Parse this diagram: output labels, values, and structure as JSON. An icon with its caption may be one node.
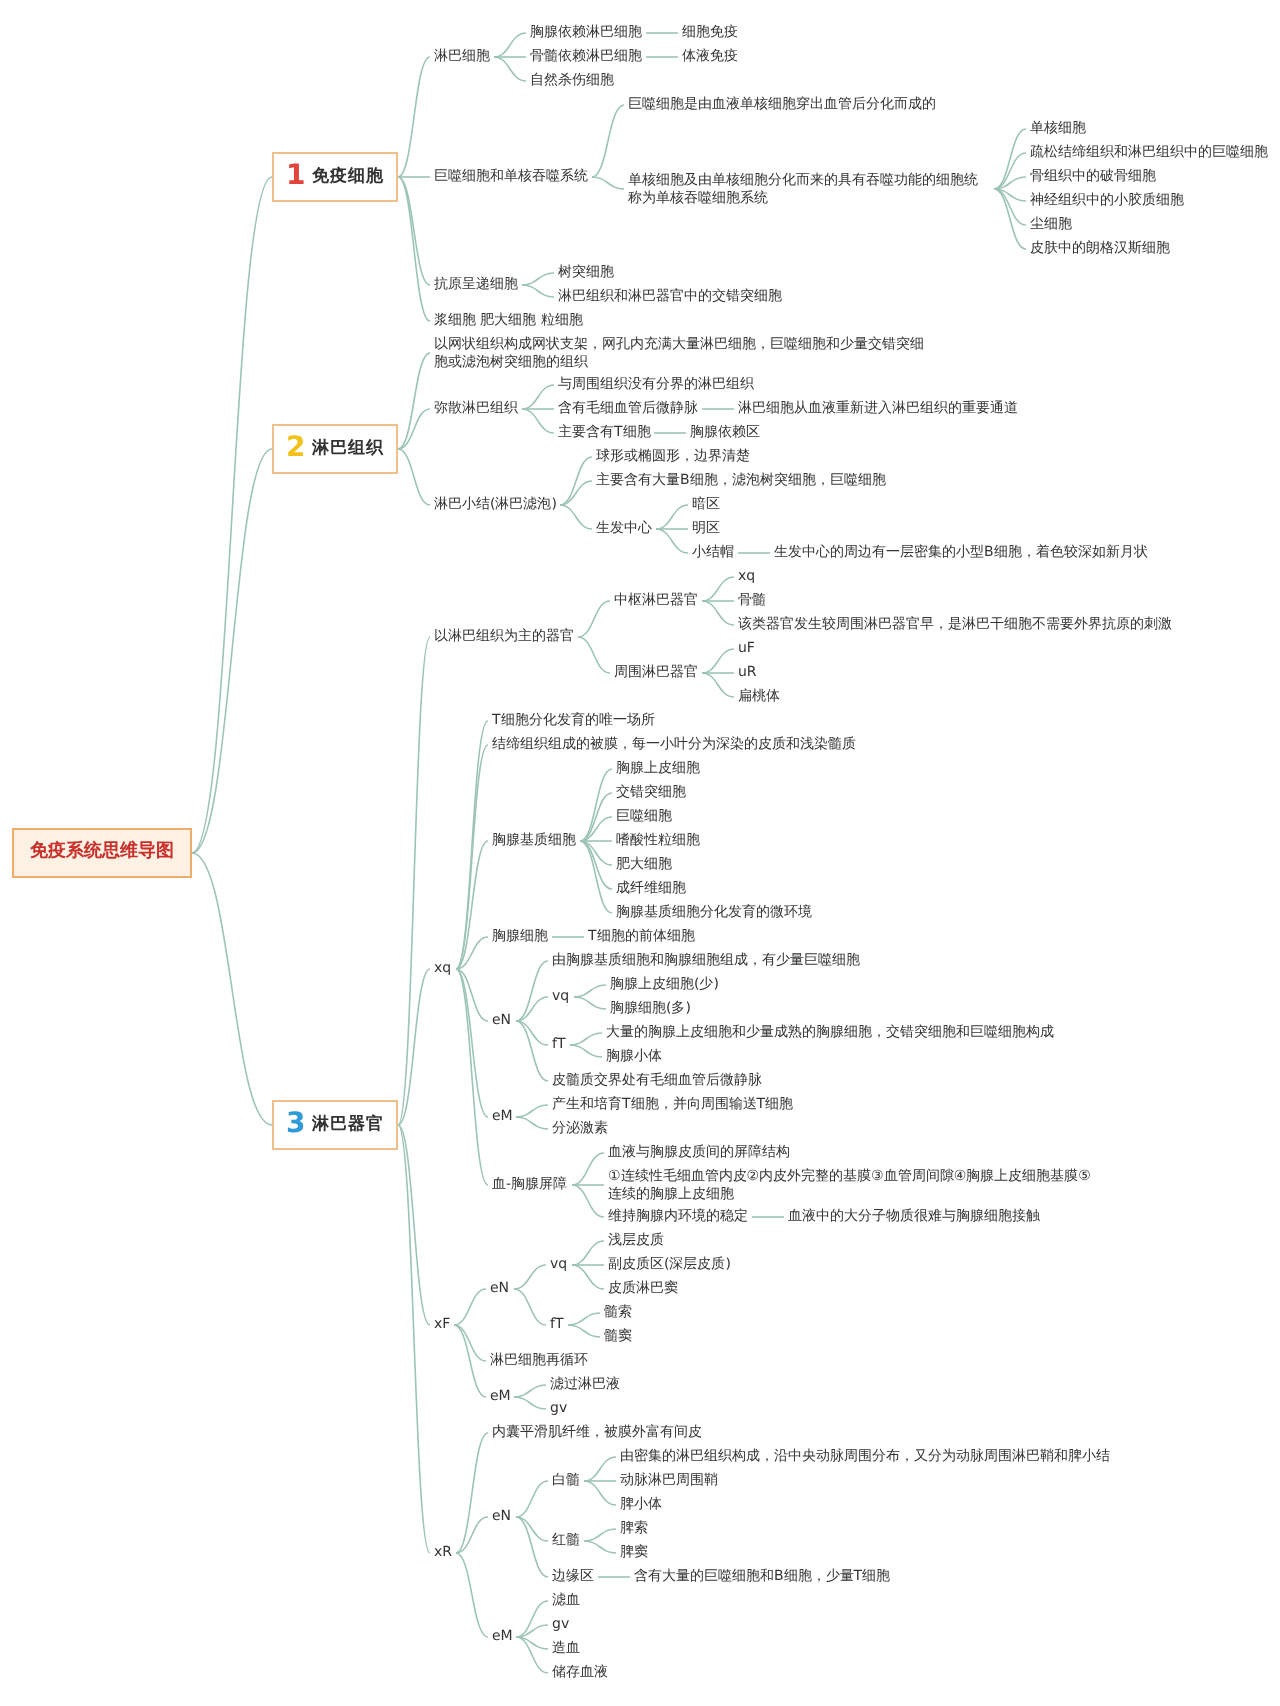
{
  "diagram": {
    "nodes": [
      {
        "text": [
          "免疫系统思维导图"
        ]
      },
      {
        "text": [
          "1",
          "免疫细胞"
        ]
      },
      {
        "text": [
          "淋巴细胞"
        ]
      },
      {
        "text": [
          "胸腺依赖淋巴细胞"
        ]
      },
      {
        "text": [
          "细胞免疫"
        ]
      },
      {
        "text": [
          "骨髓依赖淋巴细胞"
        ]
      },
      {
        "text": [
          "体液免疫"
        ]
      },
      {
        "text": [
          "自然杀伤细胞"
        ]
      },
      {
        "text": [
          "巨噬细胞和单核吞噬系统"
        ]
      },
      {
        "text": [
          "巨噬细胞是由血液单核细胞穿出血管后分化而成的"
        ]
      },
      {
        "text": [
          "单核细胞及由单核细胞分化而来的具有吞噬功能的细胞统称为单核吞噬细胞系统"
        ]
      },
      {
        "text": [
          "单核细胞"
        ]
      },
      {
        "text": [
          "疏松结缔组织和淋巴组织中的巨噬细胞"
        ]
      },
      {
        "text": [
          "骨组织中的破骨细胞"
        ]
      },
      {
        "text": [
          "神经组织中的小胶质细胞"
        ]
      },
      {
        "text": [
          "尘细胞"
        ]
      },
      {
        "text": [
          "皮肤中的朗格汉斯细胞"
        ]
      },
      {
        "text": [
          "抗原呈递细胞"
        ]
      },
      {
        "text": [
          "树突细胞"
        ]
      },
      {
        "text": [
          "淋巴组织和淋巴器官中的交错突细胞"
        ]
      },
      {
        "text": [
          "浆细胞 肥大细胞 粒细胞"
        ]
      },
      {
        "text": [
          "2",
          "淋巴组织"
        ]
      },
      {
        "text": [
          "以网状组织构成网状支架，网孔内充满大量淋巴细胞，巨噬细胞和少量交错突细胞或滤泡树突细胞的组织"
        ]
      },
      {
        "text": [
          "弥散淋巴组织"
        ]
      },
      {
        "text": [
          "与周围组织没有分界的淋巴组织"
        ]
      },
      {
        "text": [
          "含有毛细血管后微静脉"
        ]
      },
      {
        "text": [
          "淋巴细胞从血液重新进入淋巴组织的重要通道"
        ]
      },
      {
        "text": [
          "主要含有T细胞"
        ]
      },
      {
        "text": [
          "胸腺依赖区"
        ]
      },
      {
        "text": [
          "淋巴小结(淋巴滤泡)"
        ]
      },
      {
        "text": [
          "球形或椭圆形，边界清楚"
        ]
      },
      {
        "text": [
          "主要含有大量B细胞，滤泡树突细胞，巨噬细胞"
        ]
      },
      {
        "text": [
          "生发中心"
        ]
      },
      {
        "text": [
          "暗区"
        ]
      },
      {
        "text": [
          "明区"
        ]
      },
      {
        "text": [
          "小结帽"
        ]
      },
      {
        "text": [
          "生发中心的周边有一层密集的小型B细胞，着色较深如新月状"
        ]
      },
      {
        "text": [
          "3",
          "淋巴器官"
        ]
      },
      {
        "text": [
          "以淋巴组织为主的器官"
        ]
      },
      {
        "text": [
          "中枢淋巴器官"
        ]
      },
      {
        "text": [
          "xq"
        ]
      },
      {
        "text": [
          "骨髓"
        ]
      },
      {
        "text": [
          "该类器官发生较周围淋巴器官早，是淋巴干细胞不需要外界抗原的刺激"
        ]
      },
      {
        "text": [
          "周围淋巴器官"
        ]
      },
      {
        "text": [
          "uF"
        ]
      },
      {
        "text": [
          "uR"
        ]
      },
      {
        "text": [
          "扁桃体"
        ]
      },
      {
        "text": [
          "xq"
        ]
      },
      {
        "text": [
          "T细胞分化发育的唯一场所"
        ]
      },
      {
        "text": [
          "结缔组织组成的被膜，每一小叶分为深染的皮质和浅染髓质"
        ]
      },
      {
        "text": [
          "胸腺基质细胞"
        ]
      },
      {
        "text": [
          "胸腺上皮细胞"
        ]
      },
      {
        "text": [
          "交错突细胞"
        ]
      },
      {
        "text": [
          "巨噬细胞"
        ]
      },
      {
        "text": [
          "嗜酸性粒细胞"
        ]
      },
      {
        "text": [
          "肥大细胞"
        ]
      },
      {
        "text": [
          "成纤维细胞"
        ]
      },
      {
        "text": [
          "胸腺基质细胞分化发育的微环境"
        ]
      },
      {
        "text": [
          "胸腺细胞"
        ]
      },
      {
        "text": [
          "T细胞的前体细胞"
        ]
      },
      {
        "text": [
          "eN"
        ]
      },
      {
        "text": [
          "由胸腺基质细胞和胸腺细胞组成，有少量巨噬细胞"
        ]
      },
      {
        "text": [
          "vq"
        ]
      },
      {
        "text": [
          "胸腺上皮细胞(少)"
        ]
      },
      {
        "text": [
          "胸腺细胞(多)"
        ]
      },
      {
        "text": [
          "fT"
        ]
      },
      {
        "text": [
          "大量的胸腺上皮细胞和少量成熟的胸腺细胞，交错突细胞和巨噬细胞构成"
        ]
      },
      {
        "text": [
          "胸腺小体"
        ]
      },
      {
        "text": [
          "皮髓质交界处有毛细血管后微静脉"
        ]
      },
      {
        "text": [
          "eM"
        ]
      },
      {
        "text": [
          "产生和培育T细胞，并向周围输送T细胞"
        ]
      },
      {
        "text": [
          "分泌激素"
        ]
      },
      {
        "text": [
          "血-胸腺屏障"
        ]
      },
      {
        "text": [
          "血液与胸腺皮质间的屏障结构"
        ]
      },
      {
        "text": [
          "①连续性毛细血管内皮②内皮外完整的基膜③血管周间隙④胸腺上皮细胞基膜⑤连续的胸腺上皮细胞"
        ]
      },
      {
        "text": [
          "维持胸腺内环境的稳定"
        ]
      },
      {
        "text": [
          "血液中的大分子物质很难与胸腺细胞接触"
        ]
      },
      {
        "text": [
          "xF"
        ]
      },
      {
        "text": [
          "eN"
        ]
      },
      {
        "text": [
          "vq"
        ]
      },
      {
        "text": [
          "浅层皮质"
        ]
      },
      {
        "text": [
          "副皮质区(深层皮质)"
        ]
      },
      {
        "text": [
          "皮质淋巴窦"
        ]
      },
      {
        "text": [
          "fT"
        ]
      },
      {
        "text": [
          "髓索"
        ]
      },
      {
        "text": [
          "髓窦"
        ]
      },
      {
        "text": [
          "淋巴细胞再循环"
        ]
      },
      {
        "text": [
          "eM"
        ]
      },
      {
        "text": [
          "滤过淋巴液"
        ]
      },
      {
        "text": [
          "gv"
        ]
      },
      {
        "text": [
          "xR"
        ]
      },
      {
        "text": [
          "内囊平滑肌纤维，被膜外富有间皮"
        ]
      },
      {
        "text": [
          "eN"
        ]
      },
      {
        "text": [
          "白髓"
        ]
      },
      {
        "text": [
          "由密集的淋巴组织构成，沿中央动脉周围分布，又分为动脉周围淋巴鞘和脾小结"
        ]
      },
      {
        "text": [
          "动脉淋巴周围鞘"
        ]
      },
      {
        "text": [
          "脾小体"
        ]
      },
      {
        "text": [
          "红髓"
        ]
      },
      {
        "text": [
          "脾索"
        ]
      },
      {
        "text": [
          "脾窦"
        ]
      },
      {
        "text": [
          "边缘区"
        ]
      },
      {
        "text": [
          "含有大量的巨噬细胞和B细胞，少量T细胞"
        ]
      },
      {
        "text": [
          "eM"
        ]
      },
      {
        "text": [
          "滤血"
        ]
      },
      {
        "text": [
          "gv"
        ]
      },
      {
        "text": [
          "造血"
        ]
      },
      {
        "text": [
          "储存血液"
        ]
      }
    ],
    "edges": [
      {
        "from": 0,
        "to": 1,
        "arrow": "none"
      },
      {
        "from": 1,
        "to": 2,
        "arrow": "none"
      },
      {
        "from": 2,
        "to": 3,
        "arrow": "none"
      },
      {
        "from": 3,
        "to": 4,
        "arrow": "none"
      },
      {
        "from": 2,
        "to": 5,
        "arrow": "none"
      },
      {
        "from": 5,
        "to": 6,
        "arrow": "none"
      },
      {
        "from": 2,
        "to": 7,
        "arrow": "none"
      },
      {
        "from": 1,
        "to": 8,
        "arrow": "none"
      },
      {
        "from": 8,
        "to": 9,
        "arrow": "none"
      },
      {
        "from": 8,
        "to": 10,
        "arrow": "none"
      },
      {
        "from": 10,
        "to": 11,
        "arrow": "none"
      },
      {
        "from": 10,
        "to": 12,
        "arrow": "none"
      },
      {
        "from": 10,
        "to": 13,
        "arrow": "none"
      },
      {
        "from": 10,
        "to": 14,
        "arrow": "none"
      },
      {
        "from": 10,
        "to": 15,
        "arrow": "none"
      },
      {
        "from": 10,
        "to": 16,
        "arrow": "none"
      },
      {
        "from": 1,
        "to": 17,
        "arrow": "none"
      },
      {
        "from": 17,
        "to": 18,
        "arrow": "none"
      },
      {
        "from": 17,
        "to": 19,
        "arrow": "none"
      },
      {
        "from": 1,
        "to": 20,
        "arrow": "none"
      },
      {
        "from": 0,
        "to": 21,
        "arrow": "none"
      },
      {
        "from": 21,
        "to": 22,
        "arrow": "none"
      },
      {
        "from": 21,
        "to": 23,
        "arrow": "none"
      },
      {
        "from": 23,
        "to": 24,
        "arrow": "none"
      },
      {
        "from": 23,
        "to": 25,
        "arrow": "none"
      },
      {
        "from": 25,
        "to": 26,
        "arrow": "none"
      },
      {
        "from": 23,
        "to": 27,
        "arrow": "none"
      },
      {
        "from": 27,
        "to": 28,
        "arrow": "none"
      },
      {
        "from": 21,
        "to": 29,
        "arrow": "none"
      },
      {
        "from": 29,
        "to": 30,
        "arrow": "none"
      },
      {
        "from": 29,
        "to": 31,
        "arrow": "none"
      },
      {
        "from": 29,
        "to": 32,
        "arrow": "none"
      },
      {
        "from": 32,
        "to": 33,
        "arrow": "none"
      },
      {
        "from": 32,
        "to": 34,
        "arrow": "none"
      },
      {
        "from": 32,
        "to": 35,
        "arrow": "none"
      },
      {
        "from": 35,
        "to": 36,
        "arrow": "none"
      },
      {
        "from": 0,
        "to": 37,
        "arrow": "none"
      },
      {
        "from": 37,
        "to": 38,
        "arrow": "none"
      },
      {
        "from": 38,
        "to": 39,
        "arrow": "none"
      },
      {
        "from": 39,
        "to": 40,
        "arrow": "none"
      },
      {
        "from": 39,
        "to": 41,
        "arrow": "none"
      },
      {
        "from": 39,
        "to": 42,
        "arrow": "none"
      },
      {
        "from": 38,
        "to": 43,
        "arrow": "none"
      },
      {
        "from": 43,
        "to": 44,
        "arrow": "none"
      },
      {
        "from": 43,
        "to": 45,
        "arrow": "none"
      },
      {
        "from": 43,
        "to": 46,
        "arrow": "none"
      },
      {
        "from": 37,
        "to": 47,
        "arrow": "none"
      },
      {
        "from": 47,
        "to": 48,
        "arrow": "none"
      },
      {
        "from": 47,
        "to": 49,
        "arrow": "none"
      },
      {
        "from": 47,
        "to": 50,
        "arrow": "none"
      },
      {
        "from": 50,
        "to": 51,
        "arrow": "none"
      },
      {
        "from": 50,
        "to": 52,
        "arrow": "none"
      },
      {
        "from": 50,
        "to": 53,
        "arrow": "none"
      },
      {
        "from": 50,
        "to": 54,
        "arrow": "none"
      },
      {
        "from": 50,
        "to": 55,
        "arrow": "none"
      },
      {
        "from": 50,
        "to": 56,
        "arrow": "none"
      },
      {
        "from": 50,
        "to": 57,
        "arrow": "none"
      },
      {
        "from": 47,
        "to": 58,
        "arrow": "none"
      },
      {
        "from": 58,
        "to": 59,
        "arrow": "none"
      },
      {
        "from": 47,
        "to": 60,
        "arrow": "none"
      },
      {
        "from": 60,
        "to": 61,
        "arrow": "none"
      },
      {
        "from": 60,
        "to": 62,
        "arrow": "none"
      },
      {
        "from": 62,
        "to": 63,
        "arrow": "none"
      },
      {
        "from": 62,
        "to": 64,
        "arrow": "none"
      },
      {
        "from": 60,
        "to": 65,
        "arrow": "none"
      },
      {
        "from": 65,
        "to": 66,
        "arrow": "none"
      },
      {
        "from": 65,
        "to": 67,
        "arrow": "none"
      },
      {
        "from": 60,
        "to": 68,
        "arrow": "none"
      },
      {
        "from": 47,
        "to": 69,
        "arrow": "none"
      },
      {
        "from": 69,
        "to": 70,
        "arrow": "none"
      },
      {
        "from": 69,
        "to": 71,
        "arrow": "none"
      },
      {
        "from": 47,
        "to": 72,
        "arrow": "none"
      },
      {
        "from": 72,
        "to": 73,
        "arrow": "none"
      },
      {
        "from": 72,
        "to": 74,
        "arrow": "none"
      },
      {
        "from": 72,
        "to": 75,
        "arrow": "none"
      },
      {
        "from": 75,
        "to": 76,
        "arrow": "none"
      },
      {
        "from": 37,
        "to": 77,
        "arrow": "none"
      },
      {
        "from": 77,
        "to": 78,
        "arrow": "none"
      },
      {
        "from": 78,
        "to": 79,
        "arrow": "none"
      },
      {
        "from": 79,
        "to": 80,
        "arrow": "none"
      },
      {
        "from": 79,
        "to": 81,
        "arrow": "none"
      },
      {
        "from": 79,
        "to": 82,
        "arrow": "none"
      },
      {
        "from": 78,
        "to": 83,
        "arrow": "none"
      },
      {
        "from": 83,
        "to": 84,
        "arrow": "none"
      },
      {
        "from": 83,
        "to": 85,
        "arrow": "none"
      },
      {
        "from": 77,
        "to": 86,
        "arrow": "none"
      },
      {
        "from": 77,
        "to": 87,
        "arrow": "none"
      },
      {
        "from": 87,
        "to": 88,
        "arrow": "none"
      },
      {
        "from": 87,
        "to": 89,
        "arrow": "none"
      },
      {
        "from": 37,
        "to": 90,
        "arrow": "none"
      },
      {
        "from": 90,
        "to": 91,
        "arrow": "none"
      },
      {
        "from": 90,
        "to": 92,
        "arrow": "none"
      },
      {
        "from": 92,
        "to": 93,
        "arrow": "none"
      },
      {
        "from": 93,
        "to": 94,
        "arrow": "none"
      },
      {
        "from": 93,
        "to": 95,
        "arrow": "none"
      },
      {
        "from": 93,
        "to": 96,
        "arrow": "none"
      },
      {
        "from": 92,
        "to": 97,
        "arrow": "none"
      },
      {
        "from": 97,
        "to": 98,
        "arrow": "none"
      },
      {
        "from": 97,
        "to": 99,
        "arrow": "none"
      },
      {
        "from": 92,
        "to": 100,
        "arrow": "none"
      },
      {
        "from": 100,
        "to": 101,
        "arrow": "none"
      },
      {
        "from": 90,
        "to": 102,
        "arrow": "none"
      },
      {
        "from": 102,
        "to": 103,
        "arrow": "none"
      },
      {
        "from": 102,
        "to": 104,
        "arrow": "none"
      },
      {
        "from": 102,
        "to": 105,
        "arrow": "none"
      },
      {
        "from": 102,
        "to": 106,
        "arrow": "none"
      }
    ]
  }
}
